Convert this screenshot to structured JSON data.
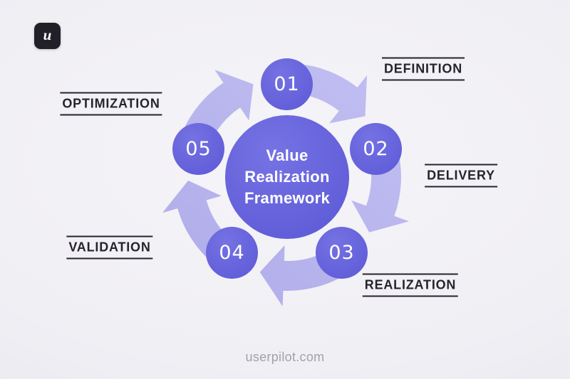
{
  "brand": {
    "logo_letter": "u"
  },
  "diagram": {
    "title": "Value Realization Framework",
    "title_lines": [
      "Value",
      "Realization",
      "Framework"
    ],
    "steps": [
      {
        "number": "01",
        "label": "DEFINITION"
      },
      {
        "number": "02",
        "label": "DELIVERY"
      },
      {
        "number": "03",
        "label": "REALIZATION"
      },
      {
        "number": "04",
        "label": "VALIDATION"
      },
      {
        "number": "05",
        "label": "OPTIMIZATION"
      }
    ],
    "colors": {
      "step_circle": "#6662DE",
      "arrows": "#B6B3EF",
      "label_text": "#26242C",
      "title_text": "#FFFFFF",
      "background": "#F0EFF4",
      "logo_background": "#211F27",
      "footer_text": "#A2A1AC"
    }
  },
  "footer": {
    "url": "userpilot.com"
  }
}
